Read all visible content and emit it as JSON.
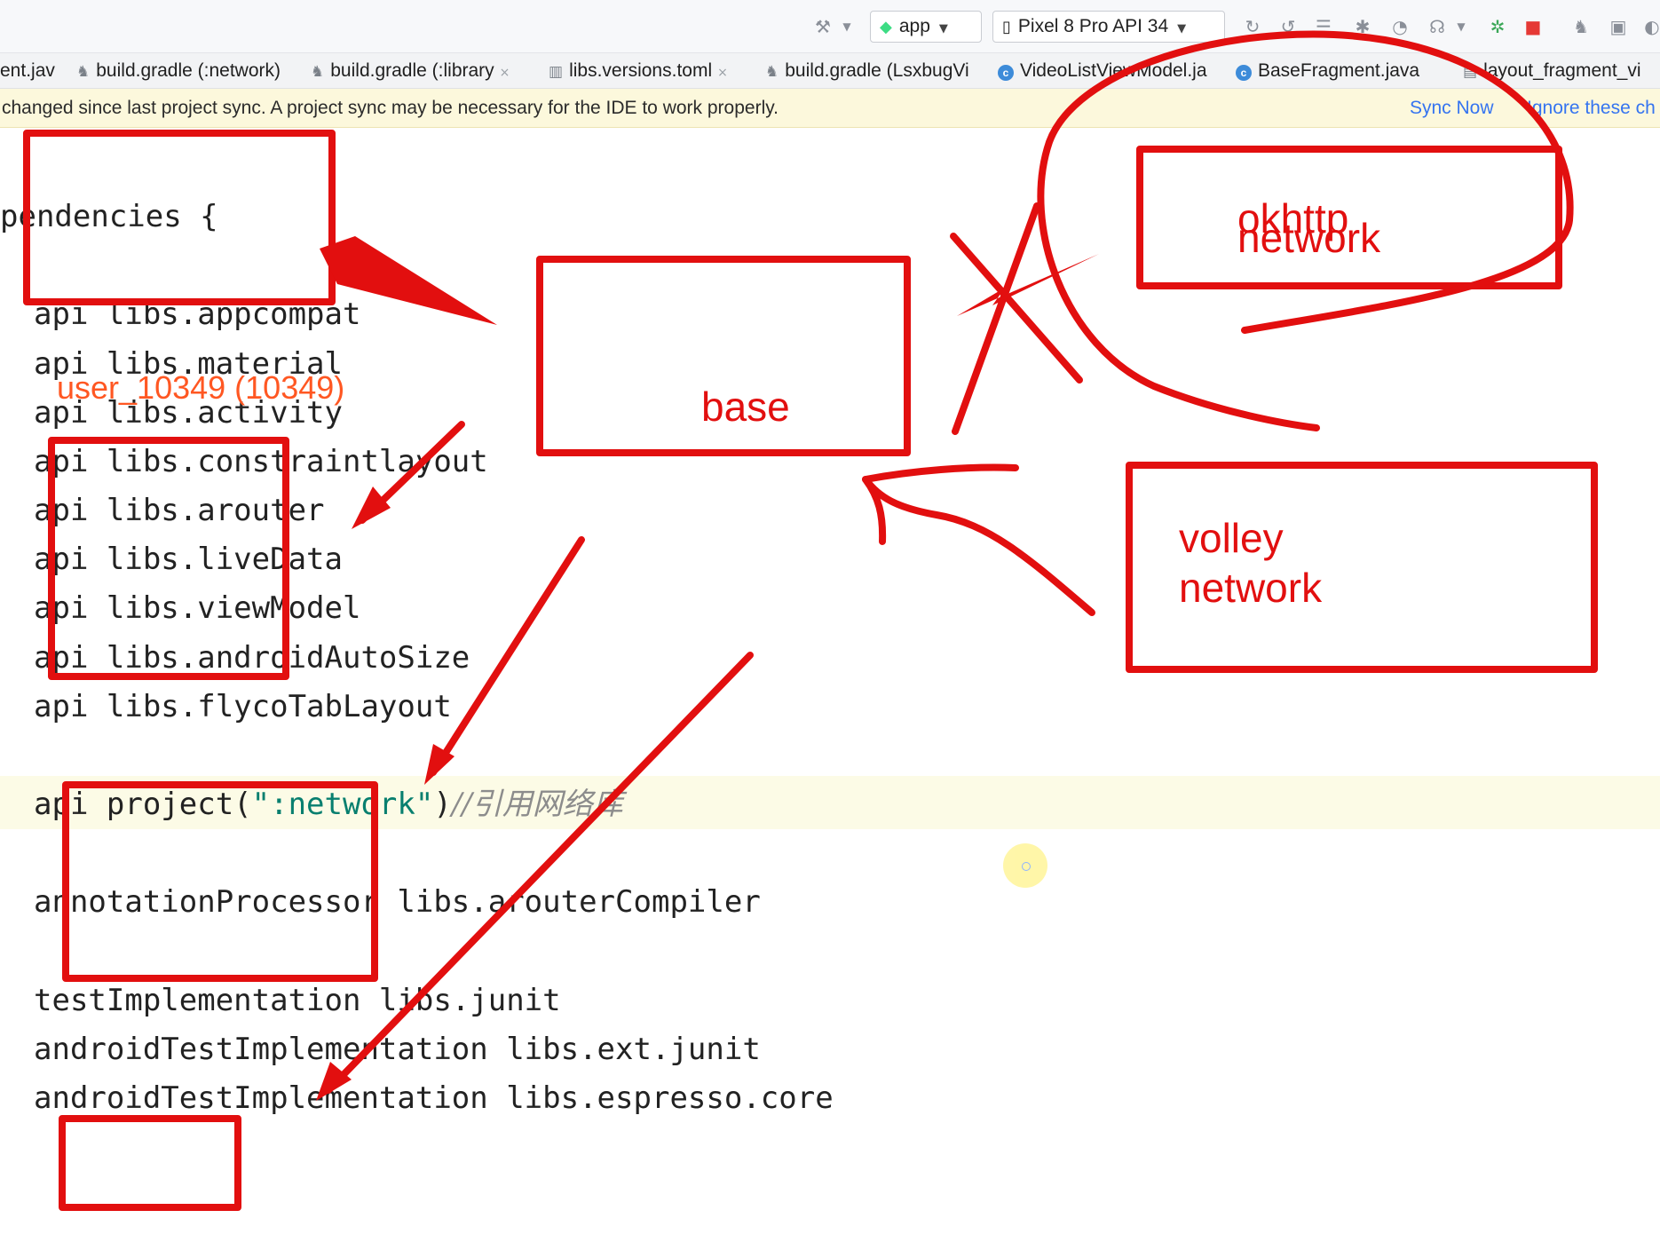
{
  "toolbar": {
    "hammer_icon": "hammer-icon",
    "run_config": "app",
    "device": "Pixel 8 Pro API 34",
    "icons": [
      "rerun-icon",
      "reload-icon",
      "coverage-icon",
      "debug-icon",
      "profile-icon",
      "attach-icon",
      "more-icon",
      "bug-icon",
      "stop-icon",
      "gradle-icon",
      "device-manager-icon"
    ]
  },
  "tabs": [
    {
      "label": "ent.jav",
      "icon": "file-icon"
    },
    {
      "label": "build.gradle (:network)",
      "icon": "gradle-icon"
    },
    {
      "label": "build.gradle (:library",
      "icon": "gradle-icon",
      "close": "×"
    },
    {
      "label": "libs.versions.toml",
      "icon": "toml-icon",
      "close": "×"
    },
    {
      "label": "build.gradle (LsxbugVi",
      "icon": "gradle-icon"
    },
    {
      "label": "VideoListViewModel.ja",
      "icon": "class-icon"
    },
    {
      "label": "BaseFragment.java",
      "icon": "class-icon"
    },
    {
      "label": "layout_fragment_vi",
      "icon": "layout-icon"
    }
  ],
  "notice": {
    "message": "changed since last project sync. A project sync may be necessary for the IDE to work properly.",
    "sync_now": "Sync Now",
    "ignore": "Ignore these ch"
  },
  "code": {
    "header": "pendencies {",
    "lines": [
      "api libs.appcompat",
      "api libs.material",
      "api libs.activity",
      "api libs.constraintlayout",
      "api libs.arouter",
      "api libs.liveData",
      "api libs.viewModel",
      "api libs.androidAutoSize",
      "api libs.flycoTabLayout"
    ],
    "project_prefix": "api project(",
    "project_string": "\":network\"",
    "project_suffix": ")",
    "project_comment": "//引用网络库",
    "annotation": "annotationProcessor libs.arouterCompiler",
    "test_lines": [
      "testImplementation libs.junit",
      "androidTestImplementation libs.ext.junit",
      "androidTestImplementation libs.espresso.core"
    ]
  },
  "author_watermark": "user_10349  (10349)",
  "annotations": {
    "color": "#e20f0f",
    "base_label": "base",
    "okhttp_label": "okhttp",
    "okhttp_label2": "network",
    "volley_label": "volley\nnetwork"
  }
}
